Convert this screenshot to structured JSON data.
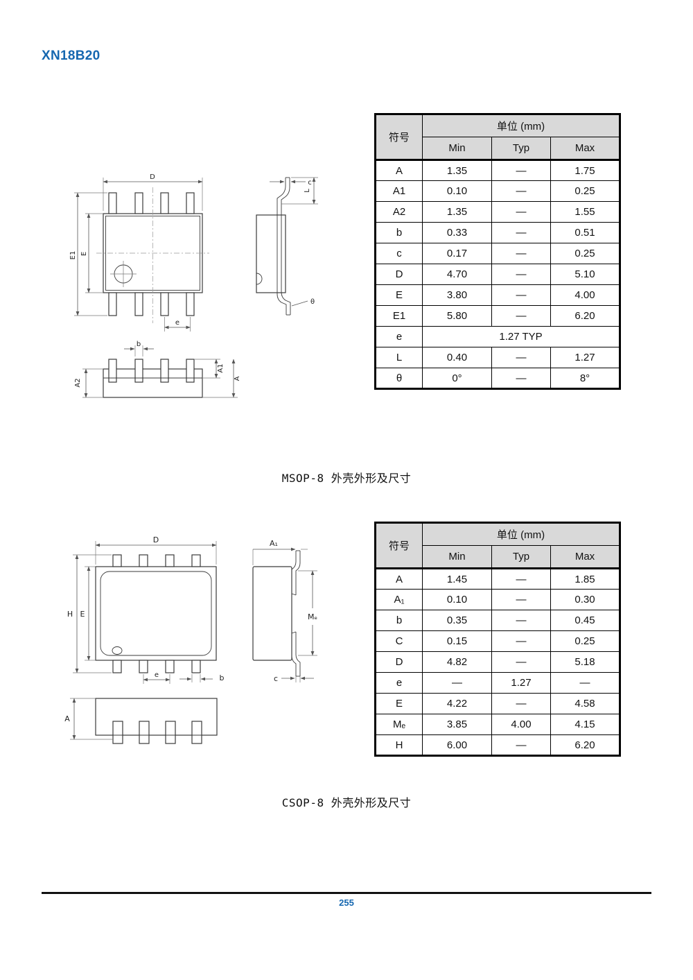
{
  "page": {
    "title": "XN18B20",
    "page_number": "255"
  },
  "colors": {
    "accent": "#1567b0",
    "table_header_bg": "#d9d9d9",
    "rule": "#111111"
  },
  "msop": {
    "caption": "MSOP-8 外壳外形及尺寸",
    "table": {
      "symbol_header": "符号",
      "unit_header": "单位 (mm)",
      "columns": [
        "Min",
        "Typ",
        "Max"
      ],
      "rows": [
        [
          "A",
          "1.35",
          "—",
          "1.75"
        ],
        [
          "A1",
          "0.10",
          "—",
          "0.25"
        ],
        [
          "A2",
          "1.35",
          "—",
          "1.55"
        ],
        [
          "b",
          "0.33",
          "—",
          "0.51"
        ],
        [
          "c",
          "0.17",
          "—",
          "0.25"
        ],
        [
          "D",
          "4.70",
          "—",
          "5.10"
        ],
        [
          "E",
          "3.80",
          "—",
          "4.00"
        ],
        [
          "E1",
          "5.80",
          "—",
          "6.20"
        ],
        [
          "e",
          "1.27 TYP"
        ],
        [
          "L",
          "0.40",
          "—",
          "1.27"
        ],
        [
          "θ",
          "0°",
          "—",
          "8°"
        ]
      ]
    },
    "drawing": {
      "d": "D",
      "e1": "E1",
      "e_body": "E",
      "pitch": "e",
      "c": "c",
      "l": "L",
      "theta": "θ",
      "b": "b",
      "a1": "A1",
      "a2": "A2",
      "a": "A"
    }
  },
  "csop": {
    "caption": "CSOP-8 外壳外形及尺寸",
    "table": {
      "symbol_header": "符号",
      "unit_header": "单位 (mm)",
      "columns": [
        "Min",
        "Typ",
        "Max"
      ],
      "rows": [
        [
          "A",
          "1.45",
          "—",
          "1.85"
        ],
        [
          "A₁",
          "0.10",
          "—",
          "0.30"
        ],
        [
          "b",
          "0.35",
          "—",
          "0.45"
        ],
        [
          "C",
          "0.15",
          "—",
          "0.25"
        ],
        [
          "D",
          "4.82",
          "—",
          "5.18"
        ],
        [
          "e",
          "—",
          "1.27",
          "—"
        ],
        [
          "E",
          "4.22",
          "—",
          "4.58"
        ],
        [
          "Mₑ",
          "3.85",
          "4.00",
          "4.15"
        ],
        [
          "H",
          "6.00",
          "—",
          "6.20"
        ]
      ]
    },
    "drawing": {
      "d": "D",
      "h": "H",
      "e_body": "E",
      "pitch": "e",
      "b": "b",
      "a1": "A₁",
      "me": "Mₑ",
      "c": "c",
      "a": "A"
    }
  }
}
